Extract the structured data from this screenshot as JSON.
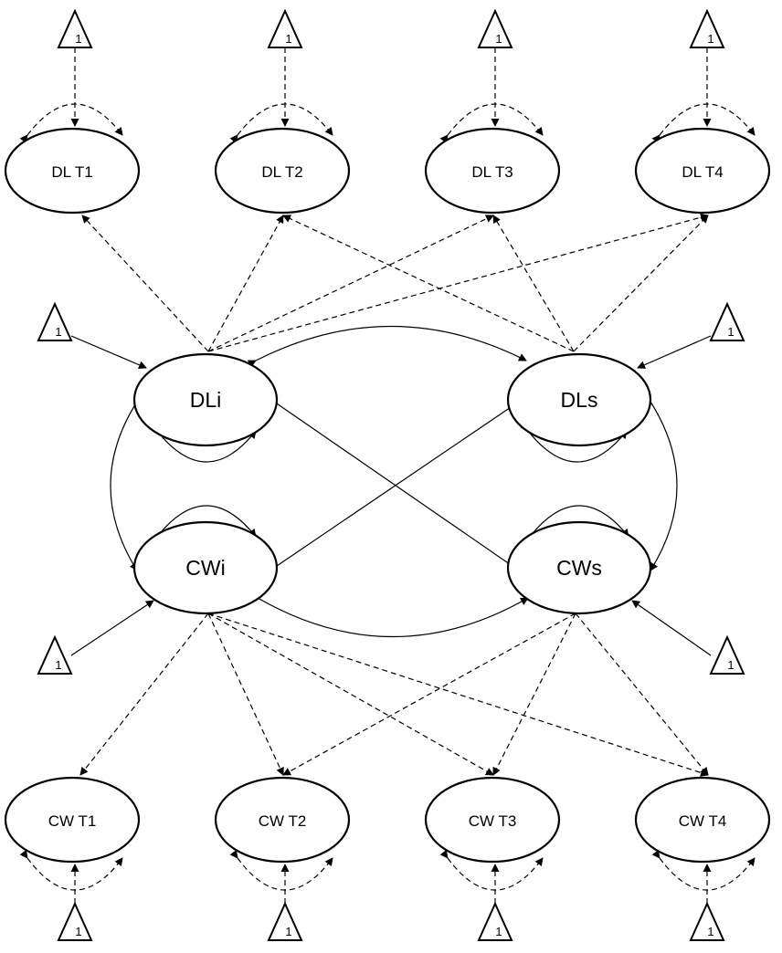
{
  "diagram": {
    "observed": {
      "dl": [
        "DL T1",
        "DL T2",
        "DL T3",
        "DL T4"
      ],
      "cw": [
        "CW T1",
        "CW T2",
        "CW T3",
        "CW T4"
      ]
    },
    "latent": {
      "dli": "DLi",
      "dls": "DLs",
      "cwi": "CWi",
      "cws": "CWs"
    },
    "constant_label": "1"
  }
}
